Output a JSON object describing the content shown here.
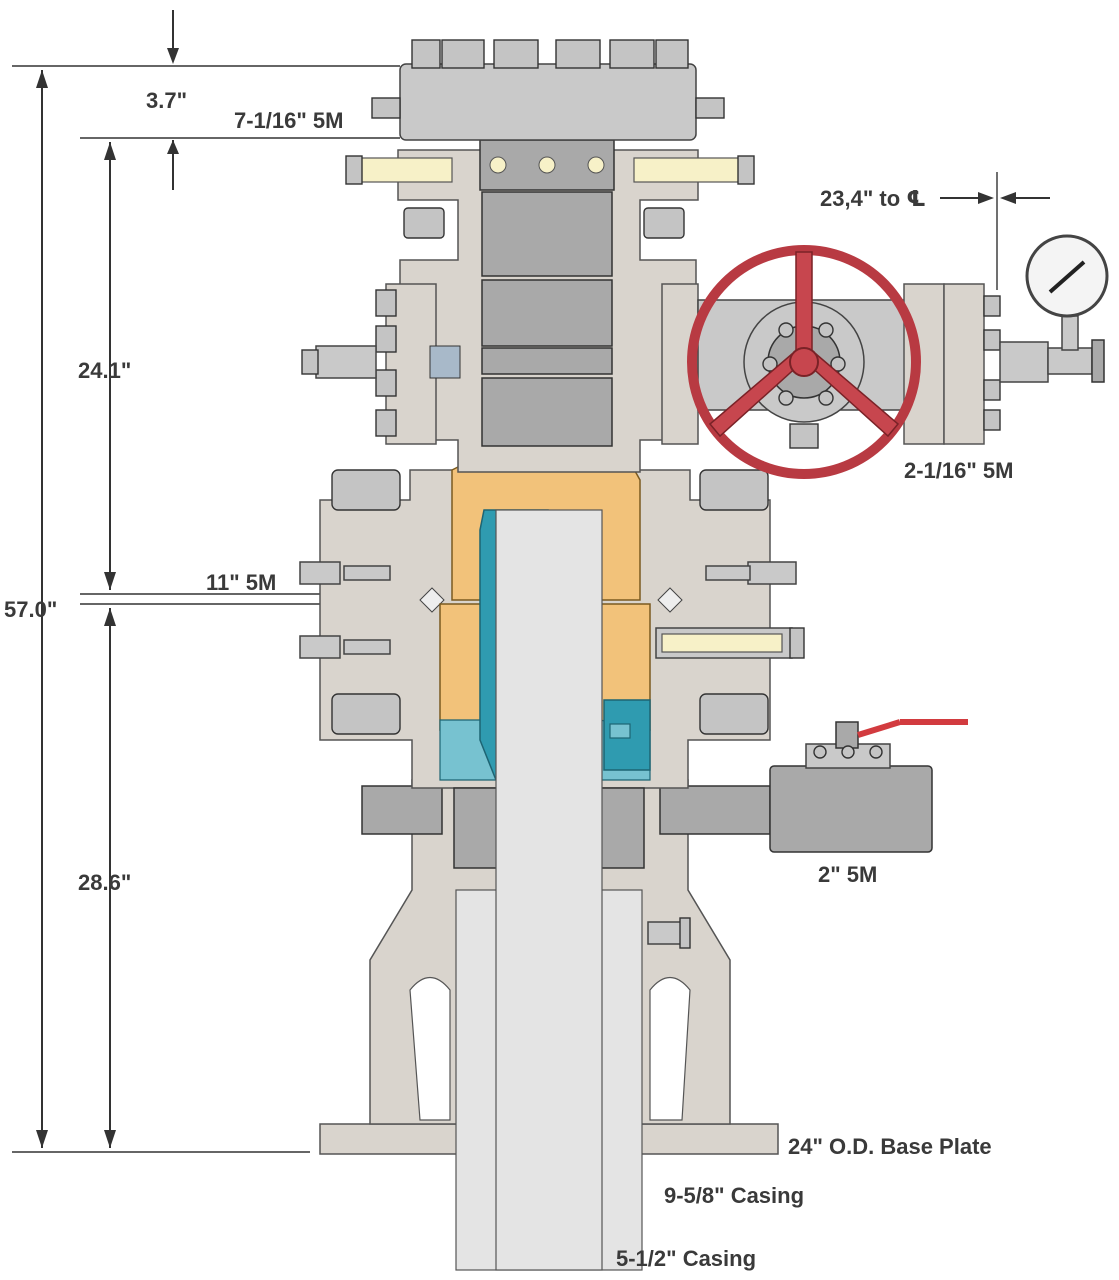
{
  "labels": {
    "dim_top_3_7": "3.7\"",
    "upper_flange": "7-1/16\" 5M",
    "dim_24_1": "24.1\"",
    "dim_57_0": "57.0\"",
    "mid_flange": "11\" 5M",
    "dim_28_6": "28.6\"",
    "side_dim": "23,4\" to ℄",
    "valve_flange": "2-1/16\" 5M",
    "lower_outlet": "2\" 5M",
    "base_plate": "24\" O.D. Base Plate",
    "casing_outer": "9-5/8\" Casing",
    "casing_inner": "5-1/2\" Casing"
  },
  "colors": {
    "body": "#d9d4cd",
    "hanger": "#f2c27a",
    "seal": "#2f9bb0",
    "handwheel": "#b83a42"
  }
}
